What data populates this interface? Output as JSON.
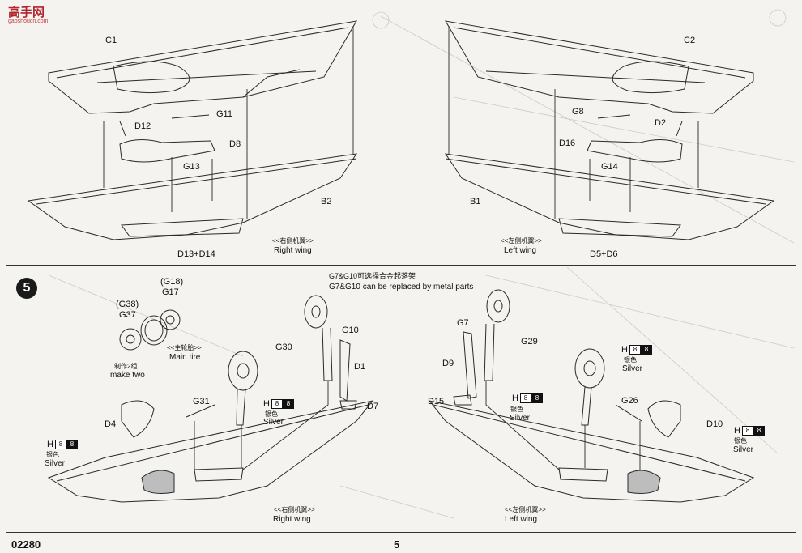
{
  "watermark": {
    "title": "高手网",
    "subtitle": "gaoshoucn.com"
  },
  "footer": {
    "code": "02280",
    "page": "5"
  },
  "step": {
    "number": "5"
  },
  "note": {
    "cn": "G7&G10可选择合金起落架",
    "en": "G7&G10 can be replaced by metal parts"
  },
  "top_left": {
    "labels": [
      "C1",
      "D12",
      "G11",
      "D8",
      "G13",
      "B2",
      "D13+D14"
    ],
    "caption_cn": "<<右侧机翼>>",
    "caption_en": "Right wing"
  },
  "top_right": {
    "labels": [
      "C2",
      "G8",
      "D2",
      "D16",
      "G14",
      "B1",
      "D5+D6"
    ],
    "caption_cn": "<<左侧机翼>>",
    "caption_en": "Left wing"
  },
  "tire": {
    "labels": [
      "(G18)",
      "G17",
      "(G38)",
      "G37"
    ],
    "make_two_cn": "制作2组",
    "make_two_en": "make two",
    "main_tire_cn": "<<主轮胎>>",
    "main_tire_en": "Main tire"
  },
  "bottom_left": {
    "labels": [
      "G10",
      "G30",
      "D1",
      "D7",
      "G31",
      "D4"
    ],
    "caption_cn": "<<右侧机翼>>",
    "caption_en": "Right wing"
  },
  "bottom_right": {
    "labels": [
      "G7",
      "G29",
      "D9",
      "D15",
      "G26",
      "D10"
    ],
    "caption_cn": "<<左侧机翼>>",
    "caption_en": "Left wing"
  },
  "color_callout": {
    "letter": "H",
    "code1": "8",
    "code2": "8",
    "cn": "银色",
    "en": "Silver"
  }
}
